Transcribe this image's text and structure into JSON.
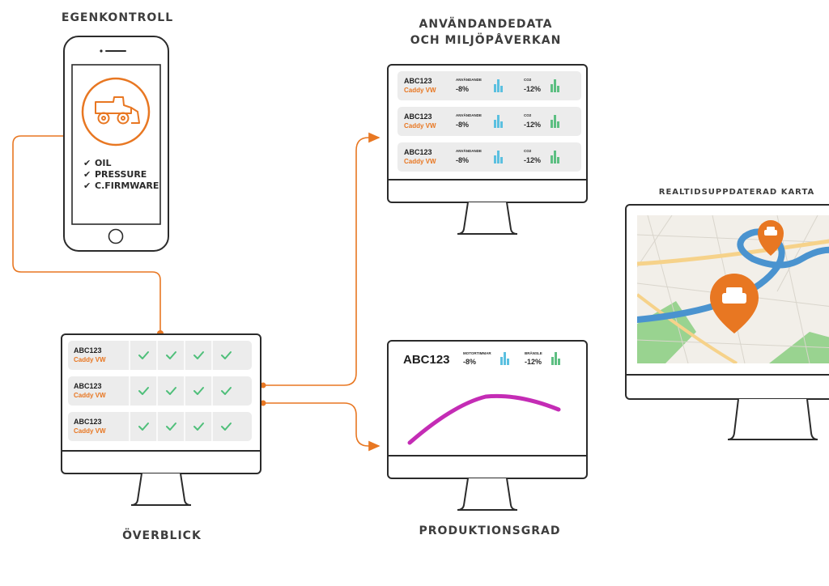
{
  "headings": {
    "egenkontroll": "EGENKONTROLL",
    "data_line1": "ANVÄNDANDEDATA",
    "data_line2": "OCH MILJÖPÅVERKAN",
    "map": "REALTIDSUPPDATERAD KARTA",
    "overview": "ÖVERBLICK",
    "production": "PRODUKTIONSGRAD"
  },
  "phone": {
    "icon": "tractor-icon",
    "checklist": [
      "OIL",
      "PRESSURE",
      "C.FIRMWARE"
    ]
  },
  "usage_rows": [
    {
      "id": "ABC123",
      "model": "Caddy VW",
      "label1": "ANVÄNDANDE",
      "value1": "-8%",
      "label2": "CO2",
      "value2": "-12%"
    },
    {
      "id": "ABC123",
      "model": "Caddy VW",
      "label1": "ANVÄNDANDE",
      "value1": "-8%",
      "label2": "CO2",
      "value2": "-12%"
    },
    {
      "id": "ABC123",
      "model": "Caddy VW",
      "label1": "ANVÄNDANDE",
      "value1": "-8%",
      "label2": "CO2",
      "value2": "-12%"
    }
  ],
  "overview_rows": [
    {
      "id": "ABC123",
      "model": "Caddy VW",
      "checks": 4
    },
    {
      "id": "ABC123",
      "model": "Caddy VW",
      "checks": 4
    },
    {
      "id": "ABC123",
      "model": "Caddy VW",
      "checks": 4
    }
  ],
  "production": {
    "id": "ABC123",
    "label1": "MOTORTIMMAR",
    "value1": "-8%",
    "label2": "BRÄNSLE",
    "value2": "-12%"
  },
  "map": {
    "markers": [
      "car-marker-icon",
      "car-marker-icon"
    ]
  },
  "colors": {
    "accent": "#e87722",
    "blue_bars": "#5bc0e0",
    "green_bars": "#5dbf82",
    "check": "#4fbf7a",
    "curve": "#c42cb5",
    "row_bg": "#ececec",
    "river": "#4a93cf",
    "park": "#8fcf86"
  }
}
